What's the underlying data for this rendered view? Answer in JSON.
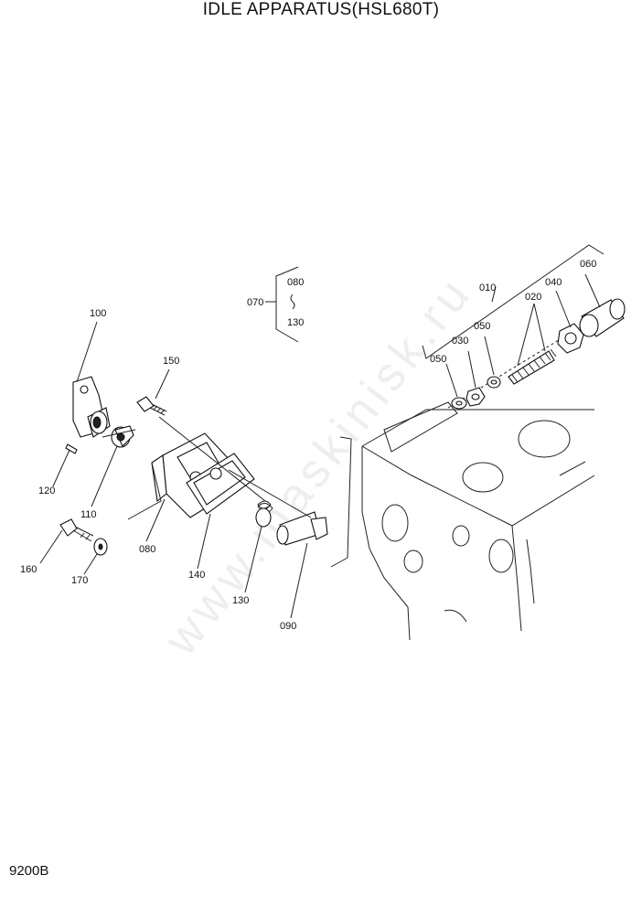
{
  "title": "IDLE APPARATUS(HSL680T)",
  "page_code": "9200B",
  "watermark": "www.maskinisk.ru",
  "callouts": {
    "c100": "100",
    "c150": "150",
    "c120": "120",
    "c110": "110",
    "c080_main": "080",
    "c160": "160",
    "c170": "170",
    "c140": "140",
    "c130_main": "130",
    "c090": "090",
    "c070": "070",
    "c080_group": "080",
    "c130_group": "130",
    "c010": "010",
    "c020": "020",
    "c030": "030",
    "c040": "040",
    "c050_a": "050",
    "c050_b": "050",
    "c060": "060"
  }
}
